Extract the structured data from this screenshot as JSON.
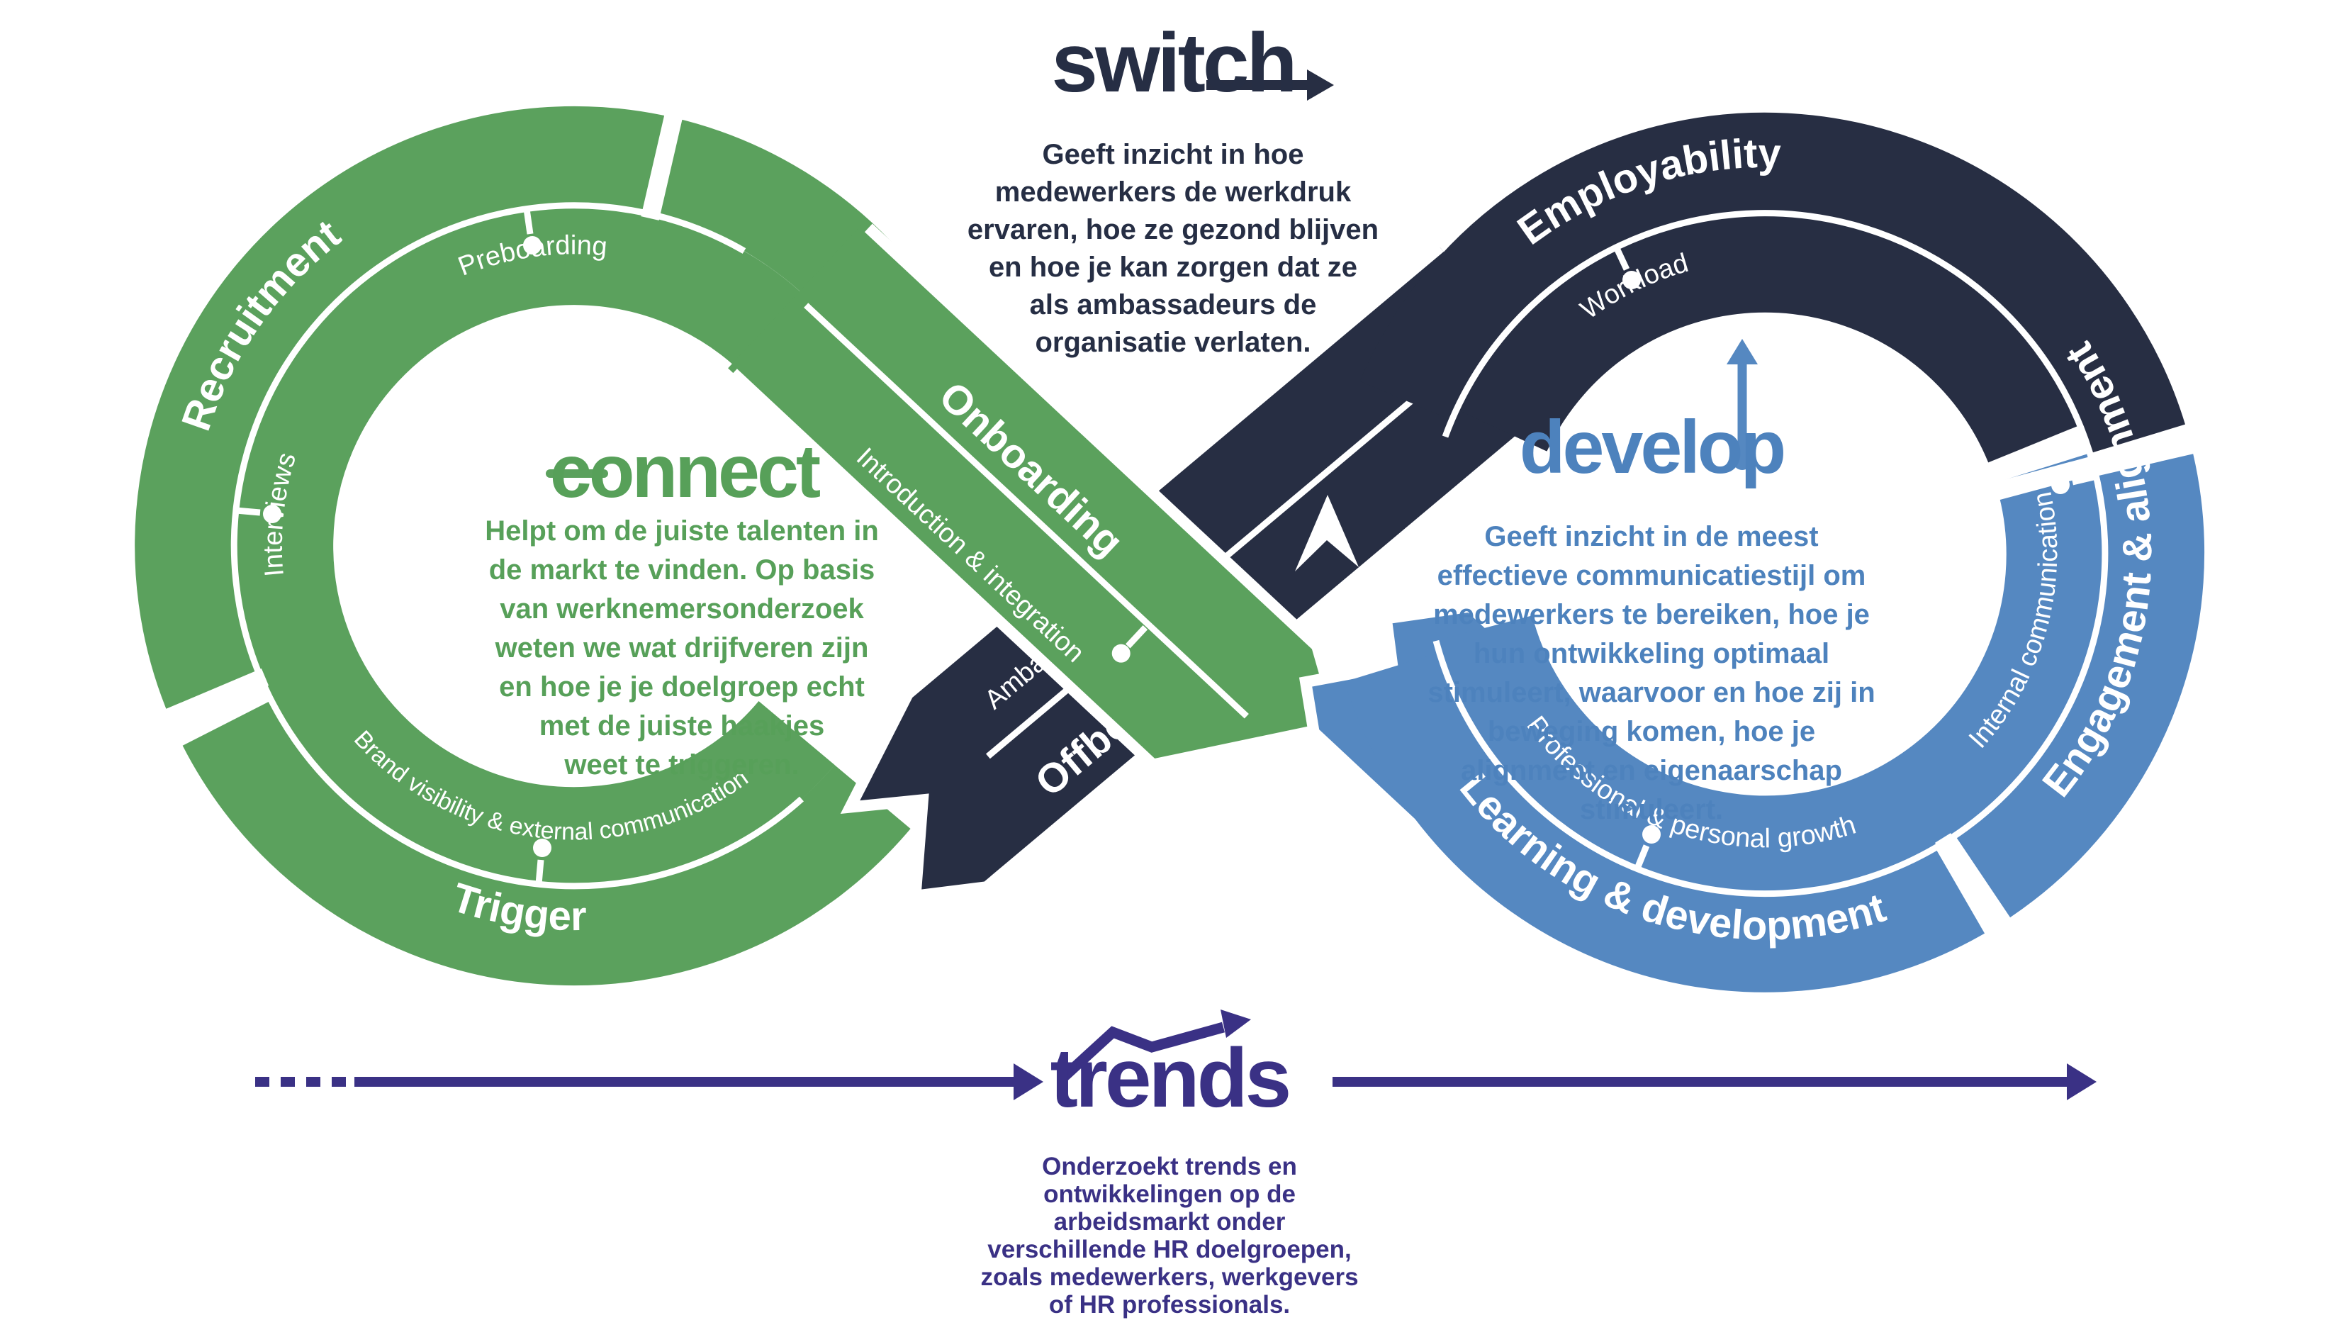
{
  "title_blocks": {
    "switch": {
      "wordmark": "switch",
      "description": "Geeft inzicht in hoe\nmedewerkers de werkdruk\nervaren, hoe ze gezond blijven\nen hoe je kan zorgen dat ze\nals ambassadeurs de\norganisatie verlaten."
    },
    "connect": {
      "wordmark": "connect",
      "description": "Helpt om de juiste talenten in\nde markt te vinden. Op basis\nvan werknemersonderzoek\nweten we wat drijfveren zijn\nen hoe je je doelgroep echt\nmet de juiste haakjes\nweet te triggeren."
    },
    "develop": {
      "wordmark": "develop",
      "description": "Geeft inzicht in de meest\neffectieve communicatiestijl om\nmedewerkers te bereiken, hoe je\nhun ontwikkeling optimaal\nstimuleert, waarvoor en hoe zij in\nbeweging komen, hoe je\nalignment en eigenaarschap\nstimuleert."
    },
    "trends": {
      "wordmark": "trends",
      "description": "Onderzoekt trends en\nontwikkelingen op de\narbeidsmarkt onder\nverschillende HR doelgroepen,\nzoals medewerkers, werkgevers\nof HR professionals."
    }
  },
  "left_loop": {
    "outer_segments": [
      {
        "label": "Recruitment"
      },
      {
        "label": "Onboarding"
      },
      {
        "label": "Trigger"
      }
    ],
    "inner_labels": [
      {
        "label": "Preboarding"
      },
      {
        "label": "Interviews"
      },
      {
        "label": "Introduction & integration"
      },
      {
        "label": "Brand visibility & external communication"
      }
    ]
  },
  "cross_band": {
    "outer_label": "Offboarding",
    "inner_label": "Ambassadorship"
  },
  "right_loop": {
    "outer_segments": [
      {
        "label": "Employability"
      },
      {
        "label": "Engagement & alignment"
      },
      {
        "label": "Learning & development"
      }
    ],
    "inner_labels": [
      {
        "label": "Workload"
      },
      {
        "label": "Internal communication"
      },
      {
        "label": "Professional & personal growth"
      }
    ]
  },
  "colors": {
    "green": "#5ba15d",
    "navy": "#272e43",
    "blue": "#5588c1",
    "purple": "#3a3185",
    "white": "#ffffff"
  }
}
